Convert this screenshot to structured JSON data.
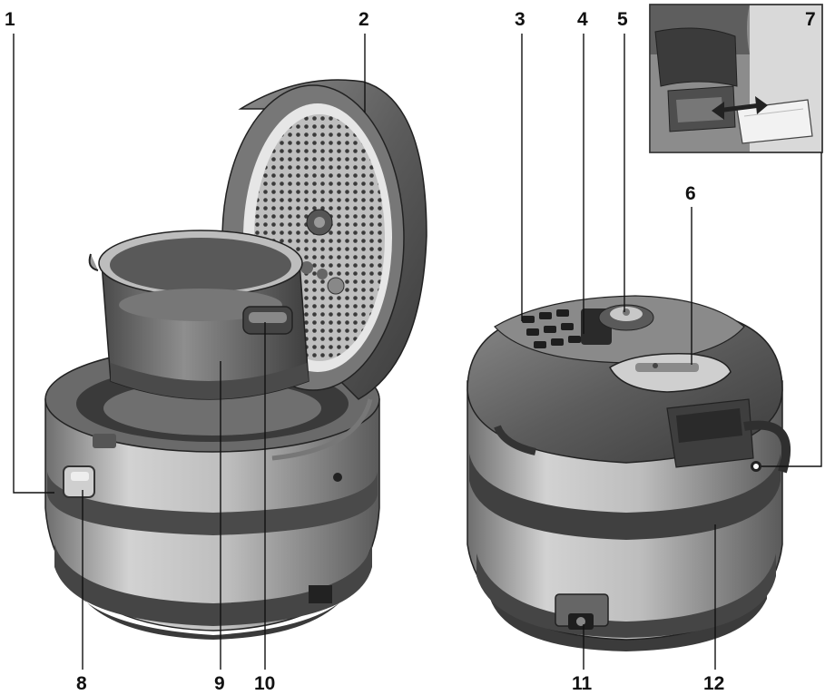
{
  "callouts": [
    {
      "id": "1",
      "label": "1"
    },
    {
      "id": "2",
      "label": "2"
    },
    {
      "id": "3",
      "label": "3"
    },
    {
      "id": "4",
      "label": "4"
    },
    {
      "id": "5",
      "label": "5"
    },
    {
      "id": "6",
      "label": "6"
    },
    {
      "id": "7",
      "label": "7"
    },
    {
      "id": "8",
      "label": "8"
    },
    {
      "id": "9",
      "label": "9"
    },
    {
      "id": "10",
      "label": "10"
    },
    {
      "id": "11",
      "label": "11"
    },
    {
      "id": "12",
      "label": "12"
    }
  ],
  "colors": {
    "body_light": "#c9c9c9",
    "body_mid": "#9a9a9a",
    "body_dark": "#555555",
    "band_dark": "#3c3c3c",
    "outline": "#222222"
  }
}
